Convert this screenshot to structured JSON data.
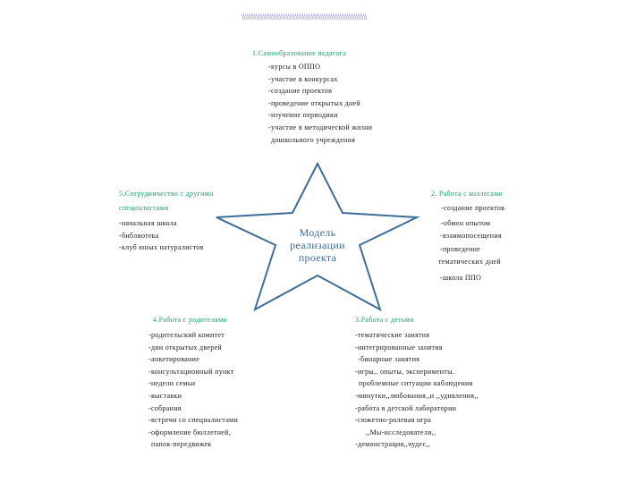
{
  "decoration": "\\\\\\\\\\\\\\\\\\\\\\\\\\\\\\\\\\\\\\\\\\\\\\\\\\\\\\\\\\\\\\\\\\\\\\\\\\\\\\\\\\\\\\\\\\\\\\\\\\\\\\\\\\\\\\\\\\\\\\\\\\\\\\\\\\\\\\\\\\\\",
  "center": {
    "line1": "Модель",
    "line2": "реализации",
    "line3": "проекта"
  },
  "colors": {
    "star": "#3d6d9a",
    "heading": "#1f9a6a",
    "text": "#1a1a1a",
    "decoration": "#5a5ab0"
  },
  "block1": {
    "heading": "1.Самообразование педагога",
    "items": [
      "-курсы в ОППО",
      "-участие в конкурсах",
      "-создание проектов",
      "-проведение открытых дней",
      "-изучение периодики",
      "-участие в методической жизни",
      " дошкольного учреждения"
    ]
  },
  "block2": {
    "heading": "2. Работа с коллегами",
    "items": [
      "-создание проектов",
      "-обмен опытом",
      "-взаимопосещения",
      "-проведение",
      "тематических дней",
      "-школа ППО"
    ]
  },
  "block3": {
    "heading": "3.Работа с детьми",
    "items": [
      "-тематические занятия",
      "-интегрированные занятия",
      " -бинарные занятия",
      "-игры,. опыты, эксперименты.",
      "  проблемные ситуации наблюдения",
      "-минутки,,любования,,и ,,удивления,,",
      "-работа в детской лаборатории",
      "-сюжетно-ролевая игра",
      "   ,,Мы-исследователи,,",
      "-демонстрация,,чудес,,"
    ]
  },
  "block4": {
    "heading": "4.Работа с родителями",
    "items": [
      "-родительский комитет",
      "-дни открытых дверей",
      "-анкетирование",
      "-консультационный пункт",
      "-недели семьи",
      "-выставки",
      "-собрания",
      "-встречи со специалистами",
      "-оформление бюллетней,",
      " папок-передвижек"
    ]
  },
  "block5": {
    "heading_line1": "5.Сотрудничество с другими",
    "heading_line2": "специалистами",
    "items": [
      "-начальная школа",
      "-библиотека",
      "-клуб юных натуралистов"
    ]
  }
}
